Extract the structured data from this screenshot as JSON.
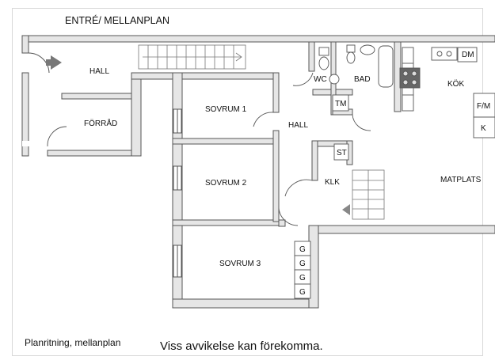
{
  "title": "ENTRÉ/ MELLANPLAN",
  "caption": "Planritning, mellanplan",
  "disclaimer": "Viss avvikelse kan förekomma.",
  "rooms": {
    "hall_entry": "HALL",
    "forrad": "FÖRRÅD",
    "sovrum1": "SOVRUM 1",
    "sovrum2": "SOVRUM 2",
    "sovrum3": "SOVRUM 3",
    "hall_center": "HALL",
    "wc": "WC",
    "bad": "BAD",
    "tm": "TM",
    "kok": "KÖK",
    "dm": "DM",
    "fm": "F/M",
    "k": "K",
    "st": "ST",
    "klk": "KLK",
    "matplats": "MATPLATS"
  },
  "wardrobes": [
    "G",
    "G",
    "G",
    "G"
  ]
}
